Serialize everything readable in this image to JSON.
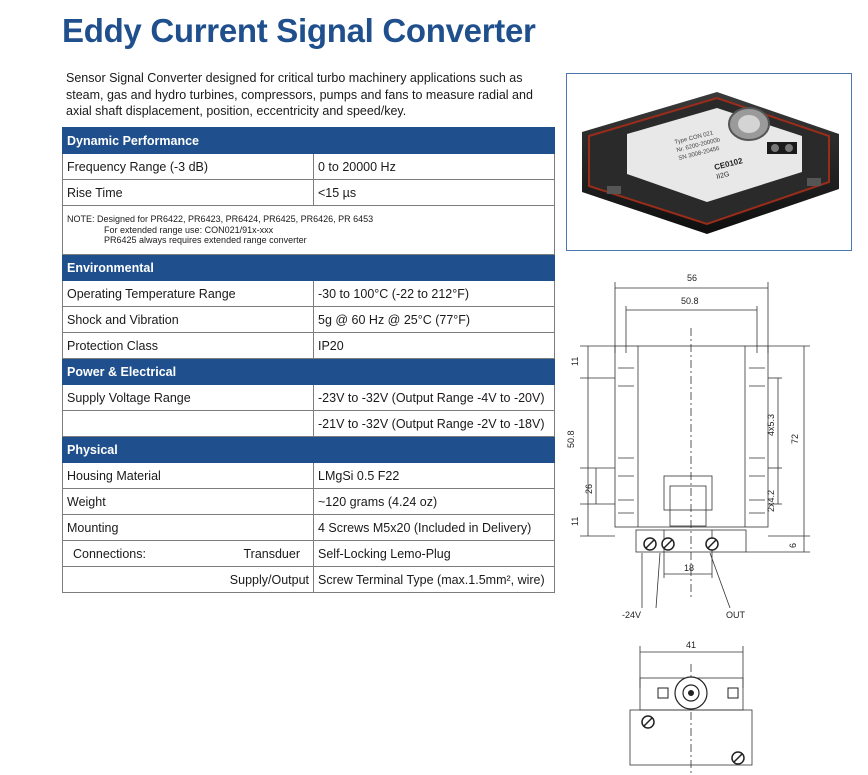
{
  "title": "Eddy Current Signal Converter",
  "intro": "Sensor Signal Converter designed for critical turbo machinery applications such as steam, gas and hydro turbines, compressors, pumps and fans to measure radial and axial shaft displacement, position, eccentricity and speed/key.",
  "sections": {
    "dynamic": {
      "heading": "Dynamic Performance",
      "rows": [
        {
          "label": "Frequency Range (-3 dB)",
          "value": "0 to 20000 Hz"
        },
        {
          "label": "Rise Time",
          "value": "<15 µs"
        }
      ],
      "note": [
        "NOTE: Designed for PR6422, PR6423, PR6424, PR6425, PR6426, PR 6453",
        "For extended range use: CON021/91x-xxx",
        "PR6425 always requires extended range converter"
      ]
    },
    "environmental": {
      "heading": "Environmental",
      "rows": [
        {
          "label": "Operating Temperature Range",
          "value": "-30 to 100°C (-22 to 212°F)"
        },
        {
          "label": "Shock and Vibration",
          "value": "5g @ 60 Hz @ 25°C (77°F)"
        },
        {
          "label": "Protection Class",
          "value": "IP20"
        }
      ]
    },
    "power": {
      "heading": "Power & Electrical",
      "rows": [
        {
          "label": "Supply Voltage Range",
          "value": "-23V to -32V (Output Range -4V to -20V)"
        },
        {
          "label": "",
          "value": "-21V to -32V (Output Range -2V to -18V)"
        }
      ]
    },
    "physical": {
      "heading": "Physical",
      "rows": [
        {
          "label": "Housing Material",
          "value": "LMgSi 0.5 F22"
        },
        {
          "label": "Weight",
          "value": "~120 grams (4.24 oz)"
        },
        {
          "label": "Mounting",
          "value": "4 Screws M5x20 (Included in Delivery)"
        }
      ],
      "connections": {
        "label": "Connections:",
        "transducer_label": "Transduer",
        "transducer_value": "Self-Locking Lemo-Plug",
        "supply_label": "Supply/Output",
        "supply_value": "Screw Terminal Type (max.1.5mm², wire)"
      }
    }
  },
  "photo_label": {
    "line1": "Type CON 021",
    "line2": "Nr. 6200-20000b",
    "line3": "SN 3008-20456",
    "ce_mark": "CE0102",
    "ex_mark": "II2G"
  },
  "drawing": {
    "dim_56": "56",
    "dim_50_8_top": "50.8",
    "dim_11_top": "11",
    "dim_50_8_side": "50.8",
    "dim_26": "26",
    "dim_11_bottom": "11",
    "dim_4x5_3": "4x5.3",
    "dim_72": "72",
    "dim_2x4_2": "2x4.2",
    "dim_6": "6",
    "dim_18": "18",
    "label_minus24v": "-24V",
    "label_out": "OUT",
    "dim_41": "41"
  }
}
